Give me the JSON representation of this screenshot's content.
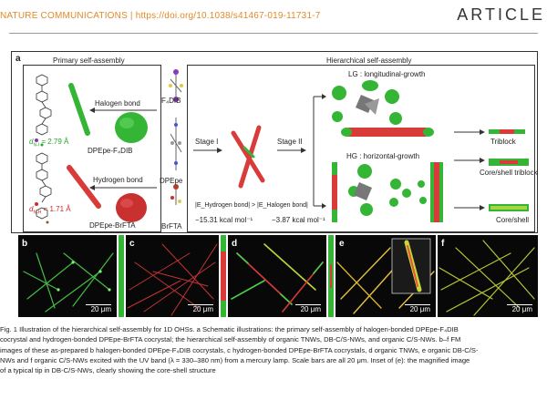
{
  "header": {
    "journal": "NATURE COMMUNICATIONS | https://doi.org/10.1038/s41467-019-11731-7",
    "section": "ARTICLE"
  },
  "figure": {
    "panel_a_label": "a",
    "primary_title": "Primary self-assembly",
    "hierarchical_title": "Hierarchical self-assembly",
    "halogen_bond": "Halogen bond",
    "hydrogen_bond": "Hydrogen bond",
    "d_halogen": "d",
    "d_halogen_sub": "N-I",
    "d_halogen_value": " = 2.79 Å",
    "d_hydrogen": "d",
    "d_hydrogen_sub": "N-H",
    "d_hydrogen_value": " = 1.71 Å",
    "cocrystal_halogen": "DPEpe-F₄DIB",
    "cocrystal_hydrogen": "DPEpe-BrFTA",
    "mol_f4dib": "F₄DIB",
    "mol_dpepe": "DPEpe",
    "mol_brfta": "BrFTA",
    "stage1": "Stage I",
    "stage2": "Stage II",
    "energy_relation": "|E_Hydrogen bond| > |E_Halogen bond|",
    "energy_hydrogen": "−15.31 kcal mol⁻¹",
    "energy_halogen": "−3.87 kcal mol⁻¹",
    "lg_label": "LG : longitudinal-growth",
    "hg_label": "HG : horizontal-growth",
    "triblock": "Triblock",
    "core_shell_triblock": "Core/shell triblock",
    "core_shell": "Core/shell"
  },
  "micrographs": [
    {
      "label": "b",
      "scale": "20 μm"
    },
    {
      "label": "c",
      "scale": "20 μm"
    },
    {
      "label": "d",
      "scale": "20 μm"
    },
    {
      "label": "e",
      "scale": "20 μm"
    },
    {
      "label": "f",
      "scale": "20 μm"
    }
  ],
  "caption": {
    "line1": "Fig. 1 Illustration of the hierarchical self-assembly for 1D OHSs. a Schematic illustrations: the primary self-assembly of halogen-bonded DPEpe-F₄DIB",
    "line2": "cocrystal and hydrogen-bonded DPEpe-BrFTA cocrystal; the hierarchical self-assembly of organic TNWs, DB-C/S-NWs, and organic C/S-NWs. b–f FM",
    "line3": "images of these as-prepared b halogen-bonded DPEpe-F₄DIB cocrystals, c hydrogen-bonded DPEpe-BrFTA cocrystals, d organic TNWs, e organic DB-C/S-",
    "line4": "NWs and f organic C/S-NWs excited with the UV band (λ = 330–380 nm) from a mercury lamp. Scale bars are all 20 μm. Inset of (e): the magnified image",
    "line5": "of a typical tip in DB-C/S-NWs, clearly showing the core-shell structure"
  },
  "colors": {
    "green": "#35b535",
    "red": "#d93a3a",
    "dark_green": "#1f7d1f",
    "header_orange": "#e08a2a"
  }
}
